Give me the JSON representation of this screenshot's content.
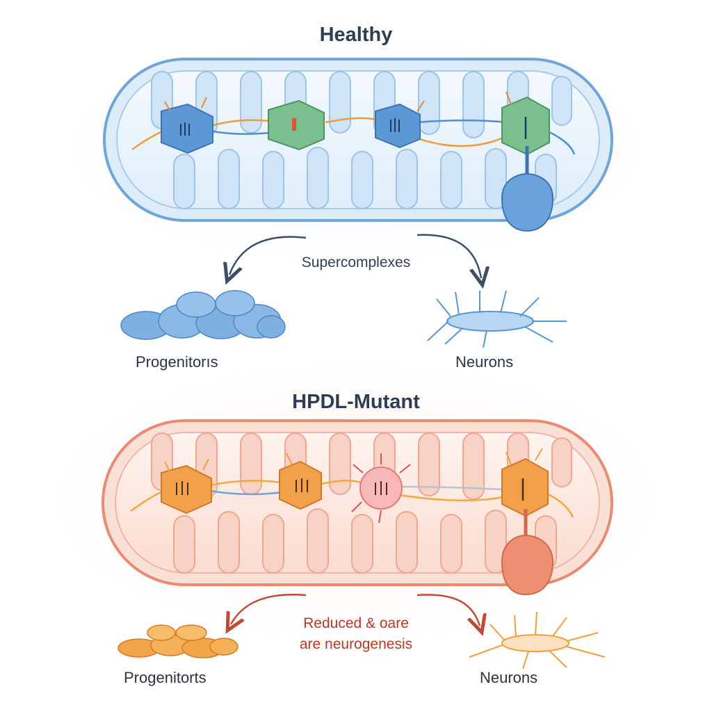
{
  "healthy": {
    "title": "Healthy",
    "arrow_label": "Supercomplexes",
    "left_label": "Progenitorıs",
    "right_label": "Neurons",
    "colors": {
      "accent": "#4f8fd0",
      "membrane": "#7fb2de",
      "matrix": "#eef5fc",
      "complex_blue": "#5d98d6",
      "complex_green": "#7cbf8e",
      "wire": "#f09a3e"
    }
  },
  "mutant": {
    "title": "HPDL-Mutant",
    "arrow_label_line1": "Reduced & oare",
    "arrow_label_line2": "are neurogenesis",
    "left_label": "Progenitorts",
    "right_label": "Neurons",
    "colors": {
      "accent": "#e0644a",
      "membrane": "#ef9a86",
      "matrix": "#fdeee8",
      "complex_orange": "#f2a04a",
      "complex_pink": "#f6b8b8",
      "wire": "#f4a640"
    }
  }
}
